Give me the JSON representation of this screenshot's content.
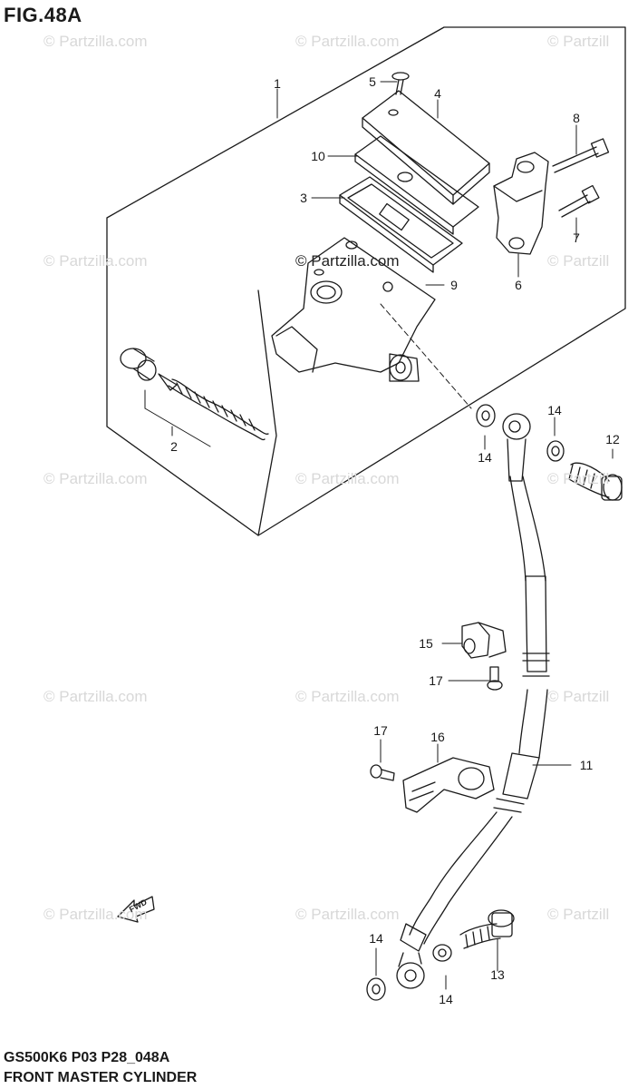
{
  "figure": {
    "title": "FIG.48A",
    "model_code": "GS500K6 P03 P28_048A",
    "assembly_name": "FRONT MASTER CYLINDER"
  },
  "watermark": {
    "text": "© Partzilla.com",
    "text_clipped": "© Partzill",
    "center_text": "© Partzilla.com"
  },
  "direction_marker": {
    "label": "FWD"
  },
  "callouts": [
    "1",
    "2",
    "3",
    "4",
    "5",
    "6",
    "7",
    "8",
    "9",
    "10",
    "11",
    "12",
    "13",
    "14",
    "14",
    "14",
    "14",
    "15",
    "16",
    "17",
    "17"
  ],
  "colors": {
    "line": "#1a1a1a",
    "watermark": "#d8d8d8",
    "background": "#ffffff"
  }
}
